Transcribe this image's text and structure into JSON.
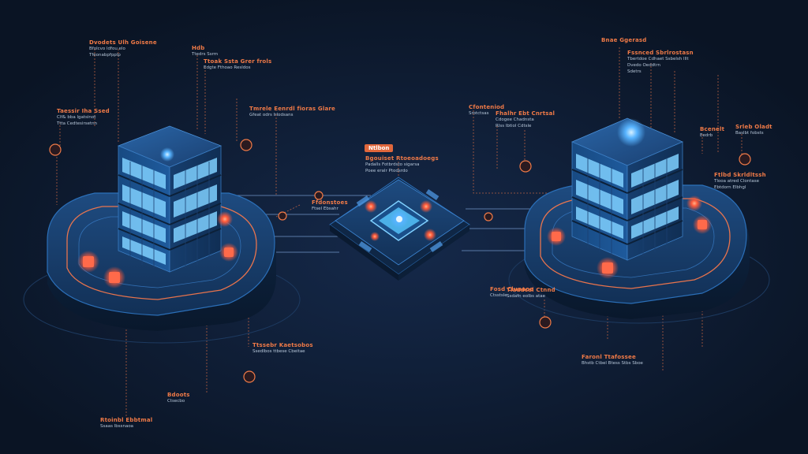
{
  "diagram": {
    "central_tag": "Ntlbon",
    "labels": [
      {
        "id": "l1",
        "title": "Dvodets Ulh Goisene",
        "lines": [
          "Bfolcvo ldfou elo",
          "Tfeonabpfpplp"
        ]
      },
      {
        "id": "l2",
        "title": "Hdb",
        "lines": [
          "Ttedrs Ssrm"
        ]
      },
      {
        "id": "l3",
        "title": "Ttoak Ssta Grer frols",
        "lines": [
          "Edgte Fthoao Resldos"
        ]
      },
      {
        "id": "l4",
        "title": "Taessir Iha Ssed",
        "lines": [
          "Clf& bba lgatsinot",
          "Ttta Cedtesirsetnn"
        ]
      },
      {
        "id": "l5",
        "title": "Tmrele Eenrdl fioras Glare",
        "lines": [
          "Gfeat odrs Irlodsans"
        ]
      },
      {
        "id": "l6",
        "title": "Bgouiset Rtoeoadoegs",
        "lines": [
          "Padalls Fotbrdsto sigarsa",
          "Poee eralr Ptodsrdo"
        ]
      },
      {
        "id": "l7",
        "title": "Cfonteniod",
        "lines": [
          "Srotctsas"
        ]
      },
      {
        "id": "l8",
        "title": "Fhalhr Ebt Cnrtsal",
        "lines": [
          "Cdogee Chadnsta",
          "Rlss lbtiol Cdtsle"
        ]
      },
      {
        "id": "l9",
        "title": "Bnae Ggerasd",
        "lines": []
      },
      {
        "id": "l10",
        "title": "Fssnced Sbrlrostasn",
        "lines": [
          "Tbertdoe Cdhaet Ssbelsh lllt",
          "Dvedo Oeddtrn",
          "Sdetrs"
        ]
      },
      {
        "id": "l11",
        "title": "Bcenelt",
        "lines": [
          "Eedrb"
        ]
      },
      {
        "id": "l12",
        "title": "Srleb Oladt",
        "lines": [
          "Baslbt fobsts"
        ]
      },
      {
        "id": "l13",
        "title": "Ftlbd Skrldltssh",
        "lines": [
          "Tlooa atred Clontase",
          "Ebtdorn Elbhgl"
        ]
      },
      {
        "id": "l14",
        "title": "Faronl Ttafossee",
        "lines": [
          "Bhstb Ctbel Btess Stbs Sboe"
        ]
      },
      {
        "id": "l15",
        "title": "Fosd Clunaoe",
        "lines": [
          "Ctsstsle"
        ]
      },
      {
        "id": "l16",
        "title": "Tlaudcal Ctnnd",
        "lines": [
          "Ssdafn eolbs atae"
        ]
      },
      {
        "id": "l17",
        "title": "Ttssebr Kaetsobos",
        "lines": [
          "Ssedlbos ttbese Cbeitae"
        ]
      },
      {
        "id": "l18",
        "title": "Bdoots",
        "lines": [
          "Ctsecbo"
        ]
      },
      {
        "id": "l19",
        "title": "Rtoinbl Ebbtmal",
        "lines": [
          "Ssaas lbssnaoa"
        ]
      },
      {
        "id": "l20",
        "title": "Ffdonstoes",
        "lines": [
          "Ftsel Ebsahr"
        ]
      }
    ],
    "colors": {
      "background": "#0d1a2c",
      "accent": "#f07a47",
      "panel": "#173a66",
      "glow": "#58b4ff",
      "hotspot": "#ff5a3a"
    }
  }
}
